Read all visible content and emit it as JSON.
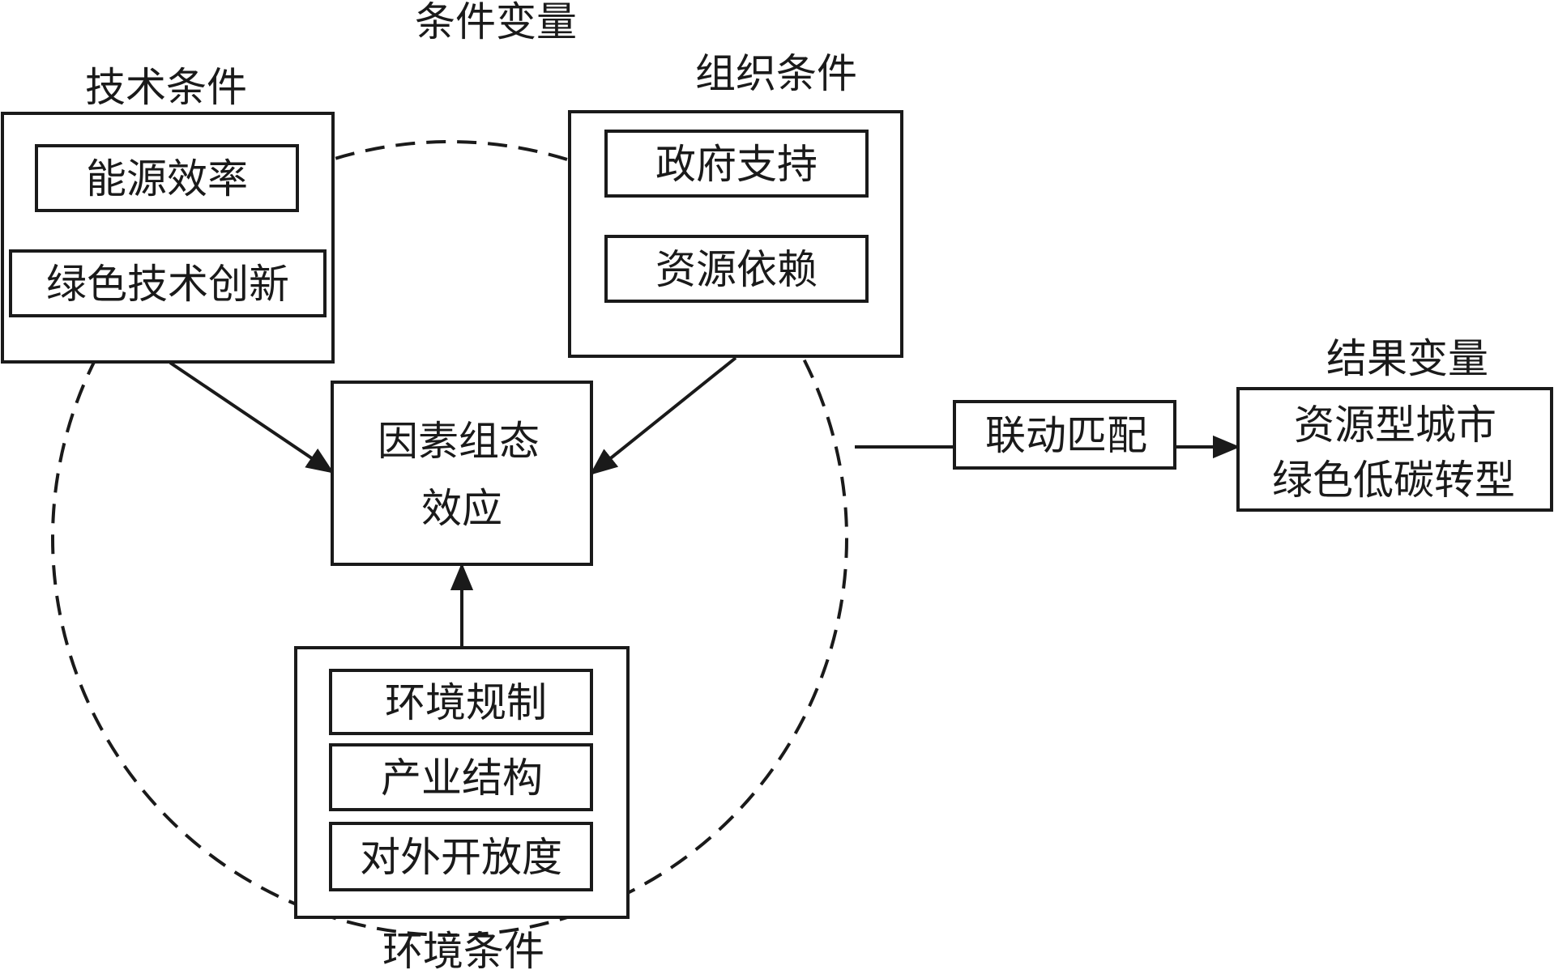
{
  "condition_variables": {
    "title": "条件变量",
    "technology": {
      "title": "技术条件",
      "items": [
        "能源效率",
        "绿色技术创新"
      ]
    },
    "organization": {
      "title": "组织条件",
      "items": [
        "政府支持",
        "资源依赖"
      ]
    },
    "environment": {
      "title": "环境条件",
      "items": [
        "环境规制",
        "产业结构",
        "对外开放度"
      ]
    }
  },
  "center": {
    "line1": "因素组态",
    "line2": "效应"
  },
  "linkage": {
    "label": "联动匹配"
  },
  "outcome_variable": {
    "title": "结果变量",
    "line1": "资源型城市",
    "line2": "绿色低碳转型"
  },
  "colors": {
    "stroke": "#1a1a1a",
    "background": "#ffffff"
  }
}
